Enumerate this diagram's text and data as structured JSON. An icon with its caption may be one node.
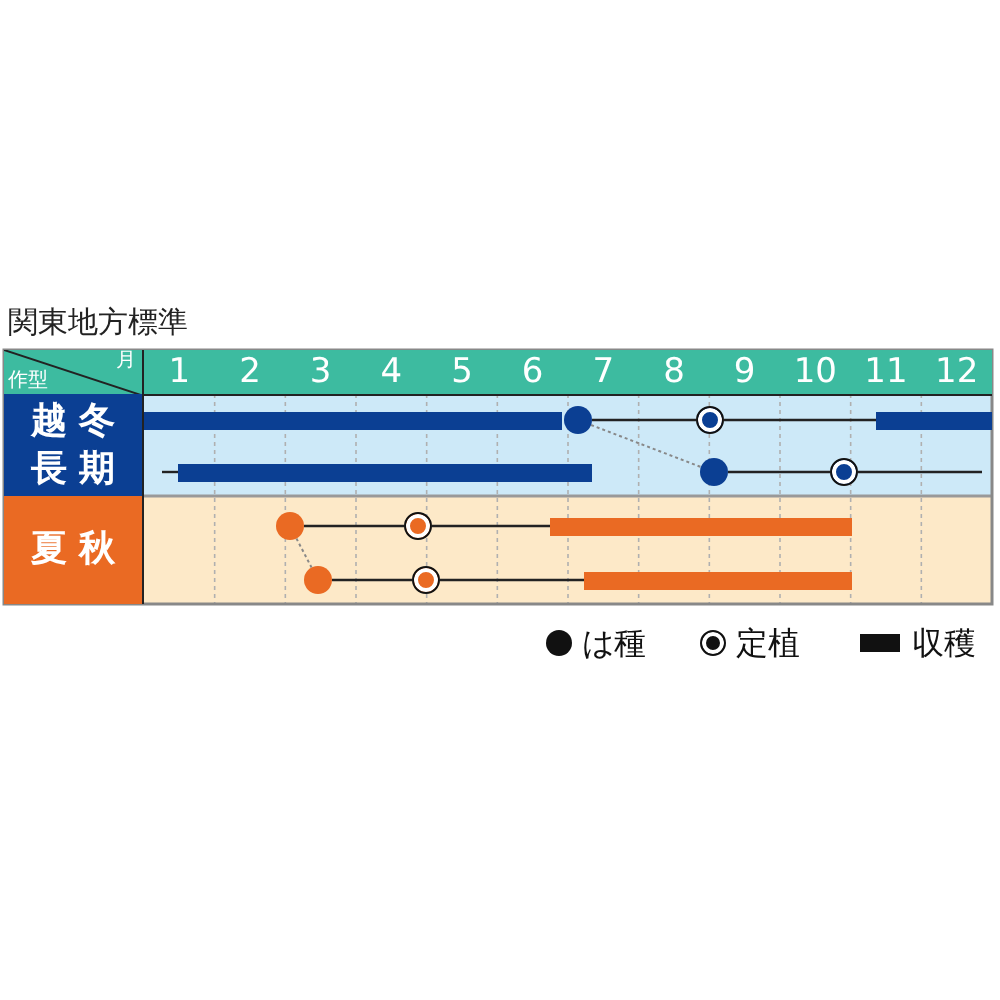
{
  "diagram": {
    "title": "関東地方標準",
    "nodes": [
      {
        "text": [
          "越冬長期"
        ]
      },
      {
        "text": [
          "夏秋"
        ]
      },
      {
        "text": [],
        "shape": "bar"
      },
      {
        "text": [],
        "shape": "circle"
      },
      {
        "text": [],
        "shape": "circle"
      },
      {
        "text": [],
        "shape": "bar"
      },
      {
        "text": [],
        "shape": "bar"
      },
      {
        "text": [],
        "shape": "circle"
      },
      {
        "text": [],
        "shape": "circle"
      },
      {
        "text": [],
        "shape": "circle"
      },
      {
        "text": [],
        "shape": "circle"
      },
      {
        "text": [],
        "shape": "bar"
      },
      {
        "text": [],
        "shape": "circle"
      },
      {
        "text": [],
        "shape": "circle"
      },
      {
        "text": [],
        "shape": "bar"
      }
    ],
    "edges": [
      {
        "from": 3,
        "to": 4,
        "arrow": "none"
      },
      {
        "from": 4,
        "to": 5,
        "arrow": "none"
      },
      {
        "from": 3,
        "to": 7,
        "arrow": "none",
        "style": "dashed",
        "color": "#888888"
      },
      {
        "from": null,
        "to": 6,
        "arrow": "none"
      },
      {
        "from": 7,
        "to": 8,
        "arrow": "none"
      },
      {
        "from": 8,
        "to": null,
        "arrow": "none"
      },
      {
        "from": 9,
        "to": 10,
        "arrow": "none"
      },
      {
        "from": 10,
        "to": 11,
        "arrow": "none"
      },
      {
        "from": 9,
        "to": 12,
        "arrow": "none",
        "style": "dashed",
        "color": "#888888"
      },
      {
        "from": 12,
        "to": 13,
        "arrow": "none"
      },
      {
        "from": 13,
        "to": 14,
        "arrow": "none"
      }
    ],
    "labels": [
      "月",
      "作型",
      "1",
      "2",
      "3",
      "4",
      "5",
      "6",
      "7",
      "8",
      "9",
      "10",
      "11",
      "12"
    ],
    "legend": [
      {
        "text": "は種"
      },
      {
        "text": "定植"
      },
      {
        "text": "収穫"
      }
    ]
  }
}
